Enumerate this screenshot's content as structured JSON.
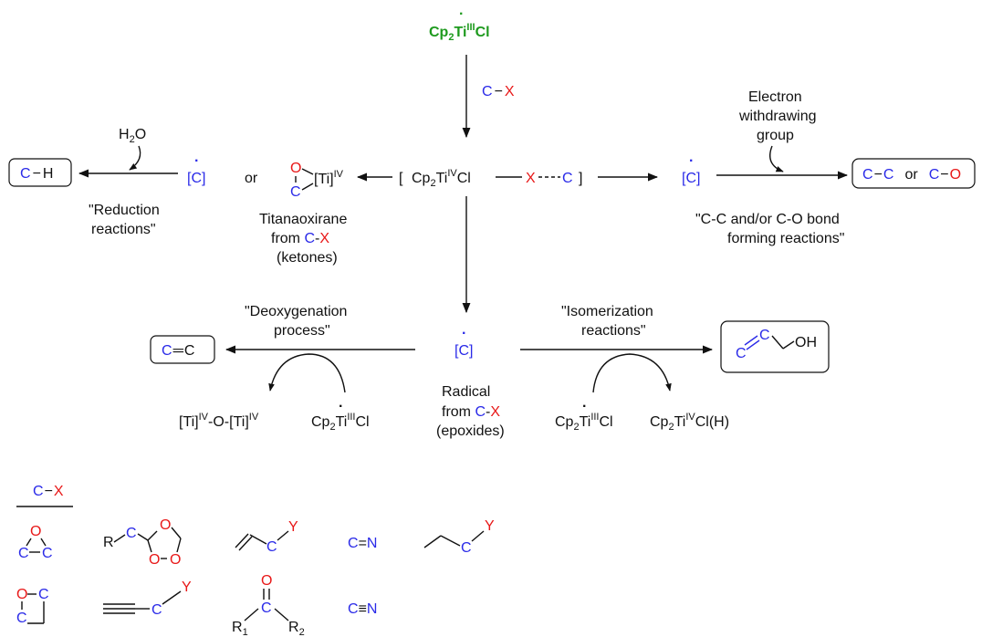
{
  "reagent": {
    "cp2": "Cp",
    "sub2": "2",
    "ti": "Ti",
    "ox3": "III",
    "cl": "Cl",
    "radical_dot": "·"
  },
  "cx_label": {
    "c": "C",
    "dash": "−",
    "x": "X"
  },
  "complex": {
    "bracket_left": "[",
    "bracket_right": "]",
    "cp": "Cp",
    "sub2": "2",
    "ti": "Ti",
    "ox4": "IV",
    "cl": "Cl",
    "bond": "—",
    "x": "X",
    "dashes": "---",
    "c": "C"
  },
  "radical": {
    "open": "[",
    "c": "C",
    "close": "]",
    "dot": "·"
  },
  "or_word": "or",
  "titanaoxirane": {
    "o": "O",
    "c": "C",
    "ti_label": "[Ti]",
    "ox4": "IV",
    "caption1": "Titanaoxirane",
    "caption2_pre": "from ",
    "caption2_c": "C",
    "caption2_dash": "-",
    "caption2_x": "X",
    "caption3": "(ketones)"
  },
  "reduction": {
    "h2o_h": "H",
    "h2o_sub": "2",
    "h2o_o": "O",
    "product_c": "C",
    "product_bond": "−",
    "product_h": "H",
    "caption1": "\"Reduction",
    "caption2": "reactions\""
  },
  "bond_forming": {
    "ewg1": "Electron",
    "ewg2": "withdrawing",
    "ewg3": "group",
    "p_c1": "C",
    "p_bond": "−",
    "p_c2": "C",
    "p_or": "or",
    "p_c3": "C",
    "p_bond2": "−",
    "p_o": "O",
    "caption1": "\"C-C and/or C-O bond",
    "caption2": "forming reactions\""
  },
  "deoxygenation": {
    "caption1": "\"Deoxygenation",
    "caption2": "process\"",
    "product_c1": "C",
    "product_bond": "═",
    "product_c2": "C",
    "byproduct_ti": "[Ti]",
    "byproduct_ox": "IV",
    "byproduct_mid": "-O-",
    "reagent_tail": "Cl"
  },
  "isomerization": {
    "caption1": "\"Isomerization",
    "caption2": "reactions\"",
    "product_c1": "C",
    "product_c2": "C",
    "product_oh": "OH",
    "byproduct_cl": "Cl(H)"
  },
  "radical_caption": {
    "line1": "Radical",
    "line2_pre": "from ",
    "line2_c": "C",
    "line2_dash": "-",
    "line2_x": "X",
    "line3": "(epoxides)"
  },
  "legend": {
    "title_c": "C",
    "title_dash": "−",
    "title_x": "X",
    "epoxide": {
      "o": "O",
      "c1": "C",
      "c2": "C"
    },
    "ozonide": {
      "r": "R",
      "c": "C",
      "o1": "O",
      "o2": "O",
      "o3": "O"
    },
    "allyl": {
      "c": "C",
      "y": "Y"
    },
    "imine": {
      "c": "C",
      "bond": "=",
      "n": "N"
    },
    "alkyl": {
      "c": "C",
      "y": "Y"
    },
    "oxetane": {
      "o": "O",
      "c1": "C",
      "c2": "C"
    },
    "propargyl": {
      "c": "C",
      "y": "Y"
    },
    "ketone": {
      "o": "O",
      "c": "C",
      "r1": "R",
      "r1sub": "1",
      "r2": "R",
      "r2sub": "2"
    },
    "nitrile": {
      "c": "C",
      "bond": "≡",
      "n": "N"
    }
  },
  "colors": {
    "carbon": "#2a2ae8",
    "heteroatom": "#e81818",
    "titanium_reagent": "#1e9a1e",
    "text": "#111111"
  }
}
